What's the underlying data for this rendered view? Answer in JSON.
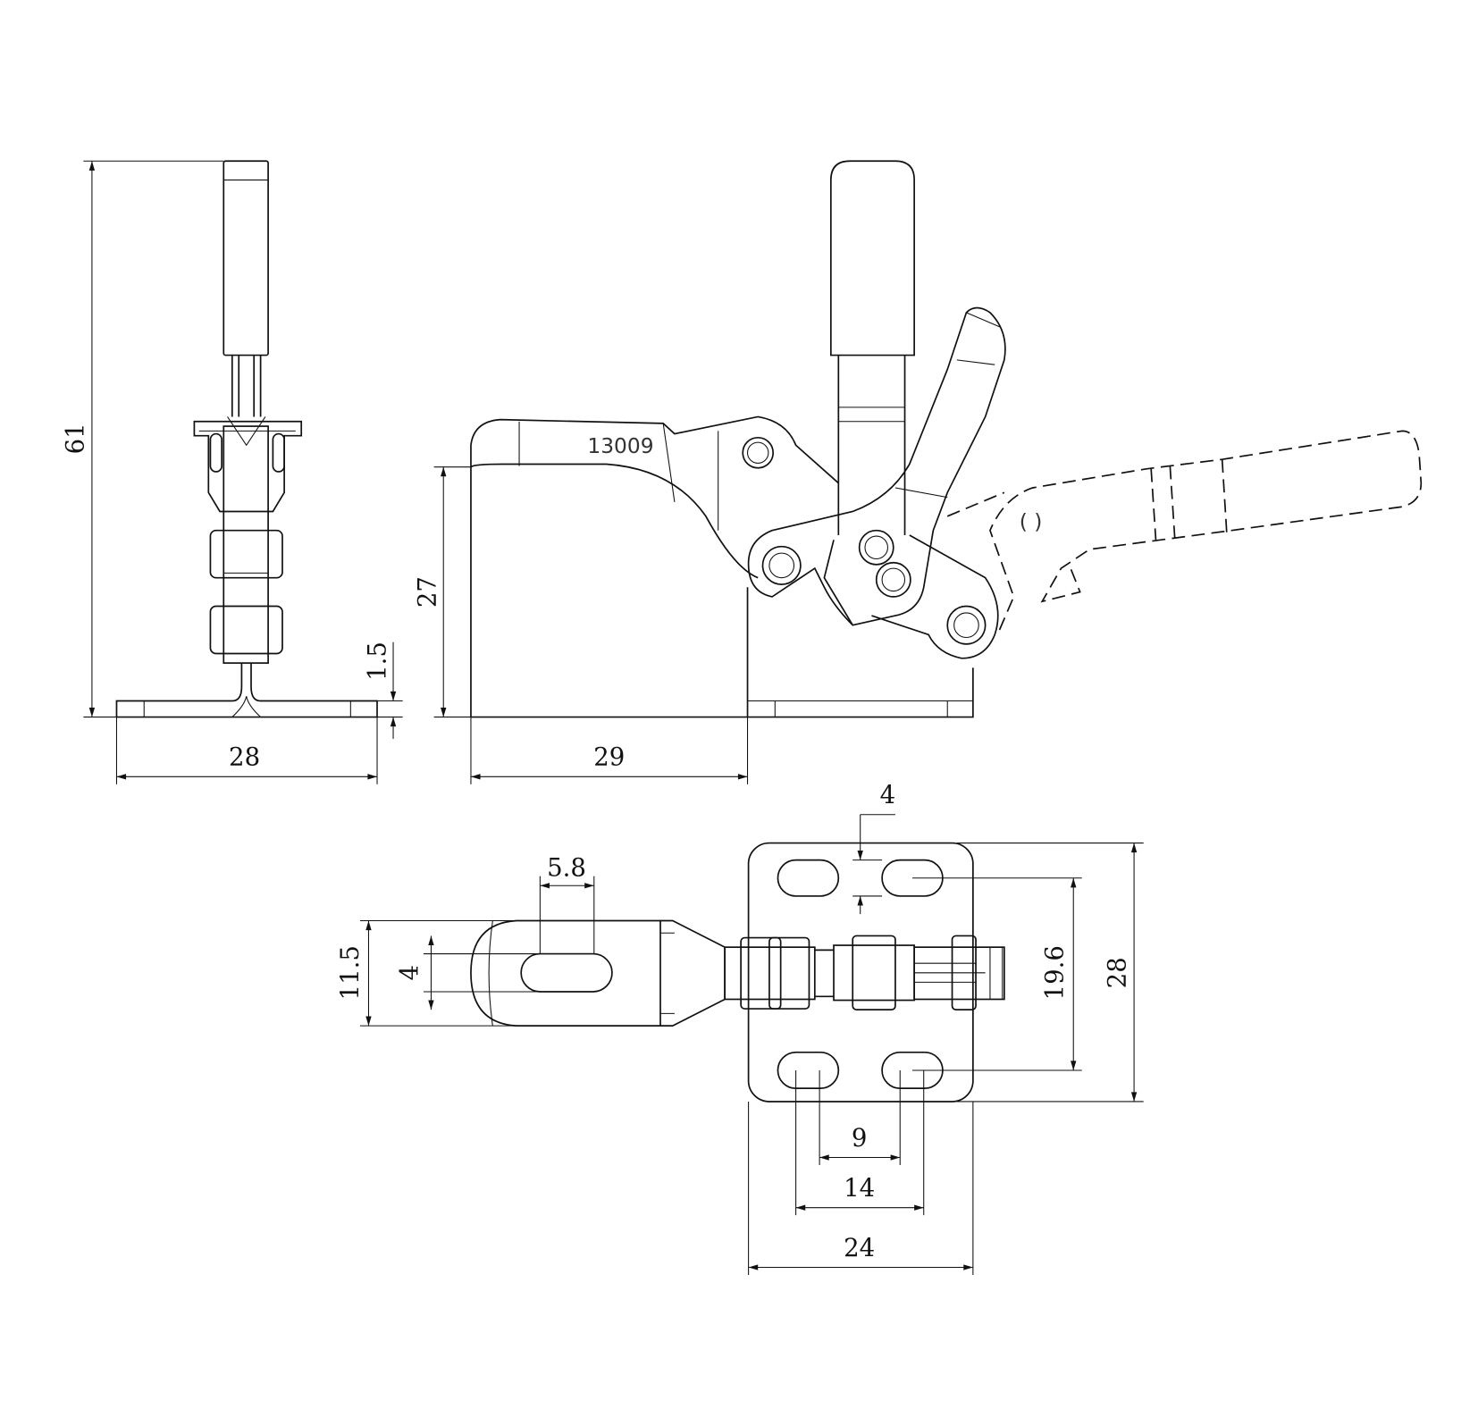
{
  "drawing": {
    "part_marking": "13009",
    "side_view": {
      "overall_height": "61",
      "base_width": "28",
      "base_thickness": "1.5"
    },
    "front_view": {
      "base_height": "27",
      "base_length": "29"
    },
    "top_view": {
      "slot_edge_offset": "4",
      "arm_slot_length": "5.8",
      "arm_width": "11.5",
      "arm_slot_width": "4",
      "hole_spacing_vertical": "19.6",
      "plate_height": "28",
      "slot_inner_spacing": "9",
      "slot_outer_spacing": "14",
      "plate_width": "24"
    }
  }
}
